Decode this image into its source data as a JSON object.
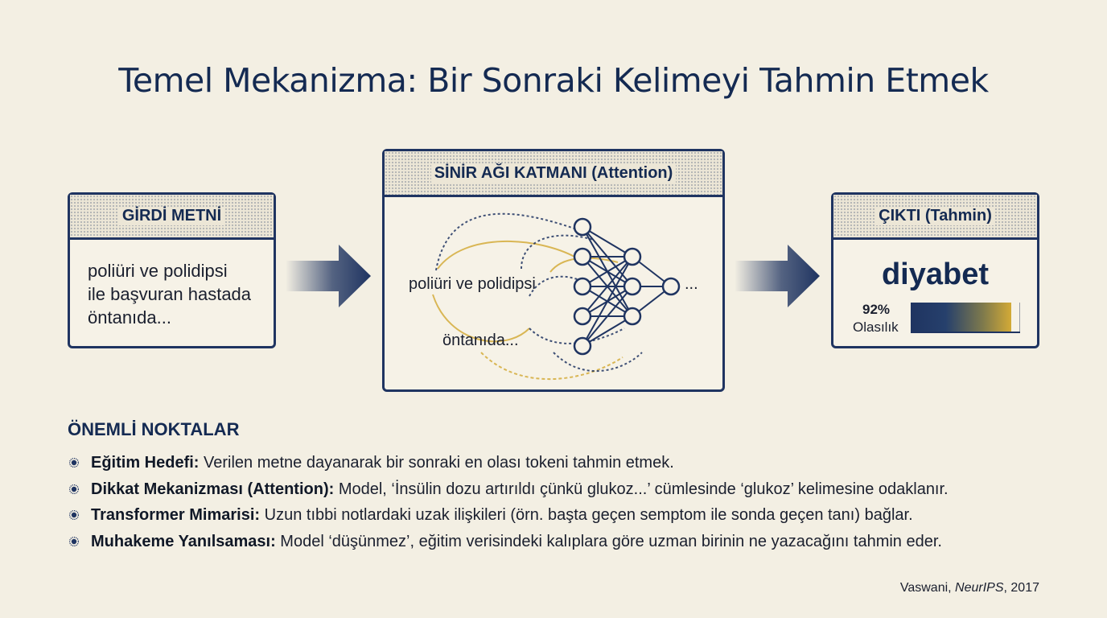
{
  "title": "Temel Mekanizma: Bir Sonraki Kelimeyi Tahmin Etmek",
  "input": {
    "header": "GİRDİ METNİ",
    "lines": [
      "poliüri ve polidipsi",
      "ile başvuran hastada",
      "öntanıda..."
    ]
  },
  "network": {
    "header": "SİNİR AĞI KATMANI (Attention)",
    "token_1": "poliüri ve polidipsi",
    "token_2": "öntanıda...",
    "ellipsis": "...",
    "layer_sizes": [
      5,
      3,
      1
    ],
    "colors": {
      "navy": "#1f3461",
      "gold": "#d4ac3a"
    }
  },
  "output": {
    "header": "ÇIKTI (Tahmin)",
    "word": "diyabet",
    "probability_label": "92%",
    "probability_caption": "Olasılık",
    "probability_value": 0.92
  },
  "key_points": {
    "title": "ÖNEMLİ NOKTALAR",
    "items": [
      {
        "term": "Eğitim Hedefi:",
        "text": " Verilen metne dayanarak bir sonraki en olası tokeni tahmin etmek."
      },
      {
        "term": "Dikkat Mekanizması (Attention):",
        "text": " Model, ‘İnsülin dozu artırıldı çünkü glukoz...’ cümlesinde ‘glukoz’ kelimesine odaklanır."
      },
      {
        "term": "Transformer Mimarisi:",
        "text": " Uzun tıbbi notlardaki uzak ilişkileri (örn. başta geçen semptom ile sonda geçen tanı) bağlar."
      },
      {
        "term": "Muhakeme Yanılsaması:",
        "text": " Model ‘düşünmez’, eğitim verisindeki kalıplara göre uzman birinin ne yazacağını tahmin eder."
      }
    ]
  },
  "citation": {
    "author": "Vaswani, ",
    "venue": "NeurIPS",
    "year": ", 2017"
  },
  "icons": {
    "bullet": "burst-icon",
    "arrow": "arrow-right-icon"
  }
}
